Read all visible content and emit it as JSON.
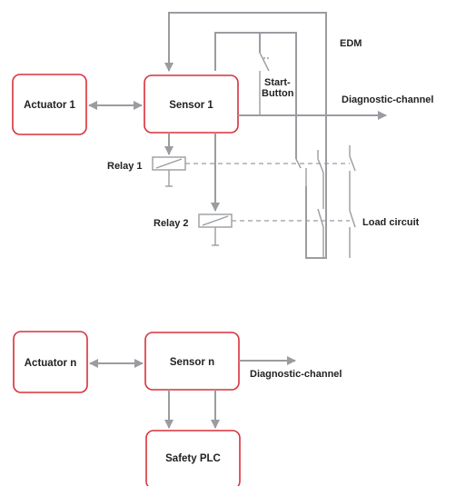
{
  "upper": {
    "actuator_label": "Actuator 1",
    "sensor_label": "Sensor 1",
    "start_button_line1": "Start-",
    "start_button_line2": "Button",
    "edm_label": "EDM",
    "diagnostic_label": "Diagnostic-channel",
    "relay1_label": "Relay 1",
    "relay2_label": "Relay 2",
    "load_circuit_label": "Load circuit"
  },
  "lower": {
    "actuator_label": "Actuator n",
    "sensor_label": "Sensor n",
    "diagnostic_label": "Diagnostic-channel",
    "plc_label": "Safety PLC"
  },
  "colors": {
    "box_border": "#d9303a",
    "wire": "#9a9ca0",
    "text": "#222222"
  }
}
